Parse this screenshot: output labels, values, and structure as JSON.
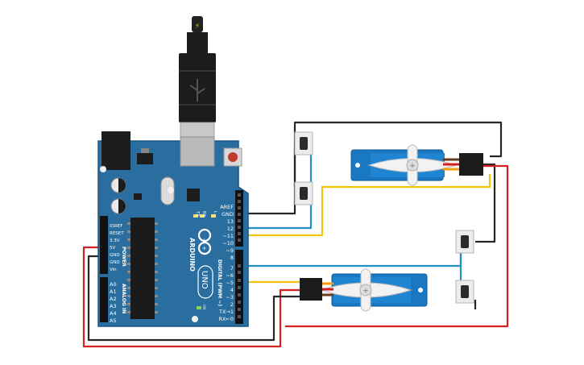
{
  "board": {
    "name": "ARDUINO",
    "model": "UNO",
    "power_pins": [
      "IOREF",
      "RESET",
      "3.3V",
      "5V",
      "GND",
      "GND",
      "Vin"
    ],
    "power_header_label": "POWER",
    "analog_pins": [
      "A0",
      "A1",
      "A2",
      "A3",
      "A4",
      "A5"
    ],
    "analog_header_label": "ANALOG IN",
    "digital_pins_top": [
      "AREF",
      "GND",
      "13",
      "12",
      "~11",
      "~10",
      "~9",
      "8"
    ],
    "digital_pins_bottom": [
      "7",
      "~6",
      "~5",
      "4",
      "~3",
      "2",
      "TX→1",
      "RX←0"
    ],
    "digital_header_label": "DIGITAL (PWM ~)",
    "led_labels": [
      "TX",
      "RX",
      "L"
    ],
    "on_label": "ON",
    "accent_color": "#1f6fa8",
    "board_color": "#2a6d9f"
  },
  "components": {
    "usb_cable": "usb-cable",
    "servos": [
      "servo-top",
      "servo-bottom"
    ],
    "buttons": [
      "pushbutton-1",
      "pushbutton-2",
      "pushbutton-3",
      "pushbutton-4"
    ]
  },
  "wire_colors": {
    "black": "#262626",
    "red": "#d42020",
    "blue": "#1f8fc4",
    "yellow": "#f1c40f"
  }
}
